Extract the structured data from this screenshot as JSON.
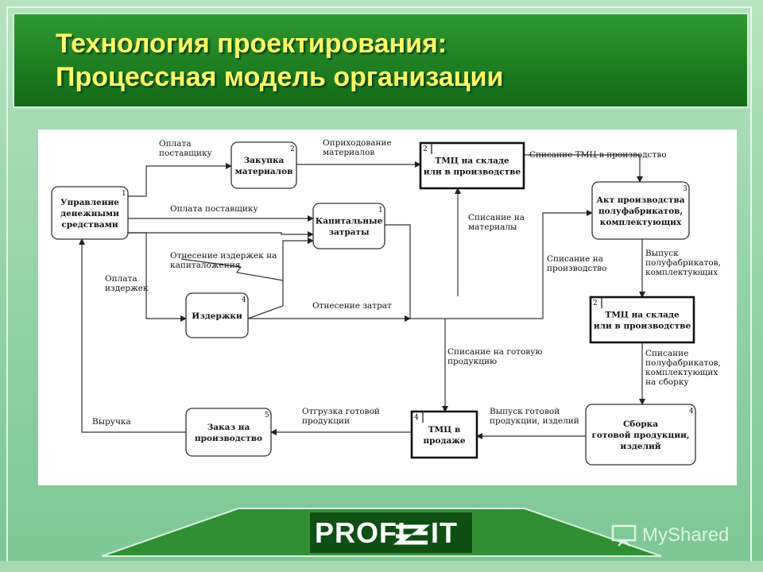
{
  "title": {
    "line1": "Технология проектирования:",
    "line2": "Процессная модель организации"
  },
  "diagram": {
    "nodes": [
      {
        "id": "finance",
        "number": "1",
        "lines": [
          "Управление",
          "денежными",
          "средствами"
        ],
        "style": "process"
      },
      {
        "id": "purchase",
        "number": "2",
        "lines": [
          "Закупка",
          "материалов"
        ],
        "style": "process"
      },
      {
        "id": "store1",
        "number": "2",
        "lines": [
          "ТМЦ на складе",
          "или в производстве"
        ],
        "style": "store"
      },
      {
        "id": "capital",
        "number": "1",
        "lines": [
          "Капитальные",
          "затраты"
        ],
        "style": "process"
      },
      {
        "id": "act",
        "number": "3",
        "lines": [
          "Акт производства",
          "полуфабрикатов,",
          "комплектующих"
        ],
        "style": "process"
      },
      {
        "id": "costs",
        "number": "4",
        "lines": [
          "Издержки"
        ],
        "style": "process"
      },
      {
        "id": "store2",
        "number": "2",
        "lines": [
          "ТМЦ на складе",
          "или в производстве"
        ],
        "style": "store"
      },
      {
        "id": "orders",
        "number": "5",
        "lines": [
          "Заказ на",
          "производство"
        ],
        "style": "process"
      },
      {
        "id": "sale",
        "number": "4",
        "lines": [
          "ТМЦ в",
          "продаже"
        ],
        "style": "store"
      },
      {
        "id": "assembly",
        "number": "4",
        "lines": [
          "Сборка",
          "готовой продукции,",
          "изделий"
        ],
        "style": "process"
      }
    ],
    "flows": [
      {
        "id": "pay-supplier-1",
        "lines": [
          "Оплата",
          "поставщику"
        ]
      },
      {
        "id": "receive-materials",
        "lines": [
          "Оприходование",
          "материалов"
        ]
      },
      {
        "id": "writeoff-production",
        "lines": [
          "Списание ТМЦ в производство"
        ]
      },
      {
        "id": "pay-supplier-2",
        "lines": [
          "Оплата поставщику"
        ]
      },
      {
        "id": "writeoff-materials",
        "lines": [
          "Списание на",
          "материалы"
        ]
      },
      {
        "id": "investment",
        "lines": [
          "Отнесение издержек на",
          "капиталожения"
        ]
      },
      {
        "id": "pay-costs",
        "lines": [
          "Оплата",
          "издержек"
        ]
      },
      {
        "id": "writeoff-to-production",
        "lines": [
          "Списание на",
          "производство"
        ]
      },
      {
        "id": "semi-release",
        "lines": [
          "Выпуск",
          "полуфабрикатов,",
          "комплектующих"
        ]
      },
      {
        "id": "cost-allocation",
        "lines": [
          "Отнесение затрат"
        ]
      },
      {
        "id": "writeoff-finished",
        "lines": [
          "Списание на готовую",
          "продукцию"
        ]
      },
      {
        "id": "writeoff-assembly",
        "lines": [
          "Списание",
          "полуфабрикатов,",
          "комплектующих",
          "на сборку"
        ]
      },
      {
        "id": "revenue",
        "lines": [
          "Выручка"
        ]
      },
      {
        "id": "shipment",
        "lines": [
          "Отгрузка готовой",
          "продукции"
        ]
      },
      {
        "id": "product-release",
        "lines": [
          "Выпуск готовой",
          "продукции, изделий"
        ]
      }
    ]
  },
  "footer": {
    "logo_left": "PROFI",
    "logo_right": "IT",
    "watermark": "MyShared"
  },
  "colors": {
    "title_text": "#ffff66",
    "title_bar": "#1e7f22",
    "background": "#8fd0a4"
  }
}
